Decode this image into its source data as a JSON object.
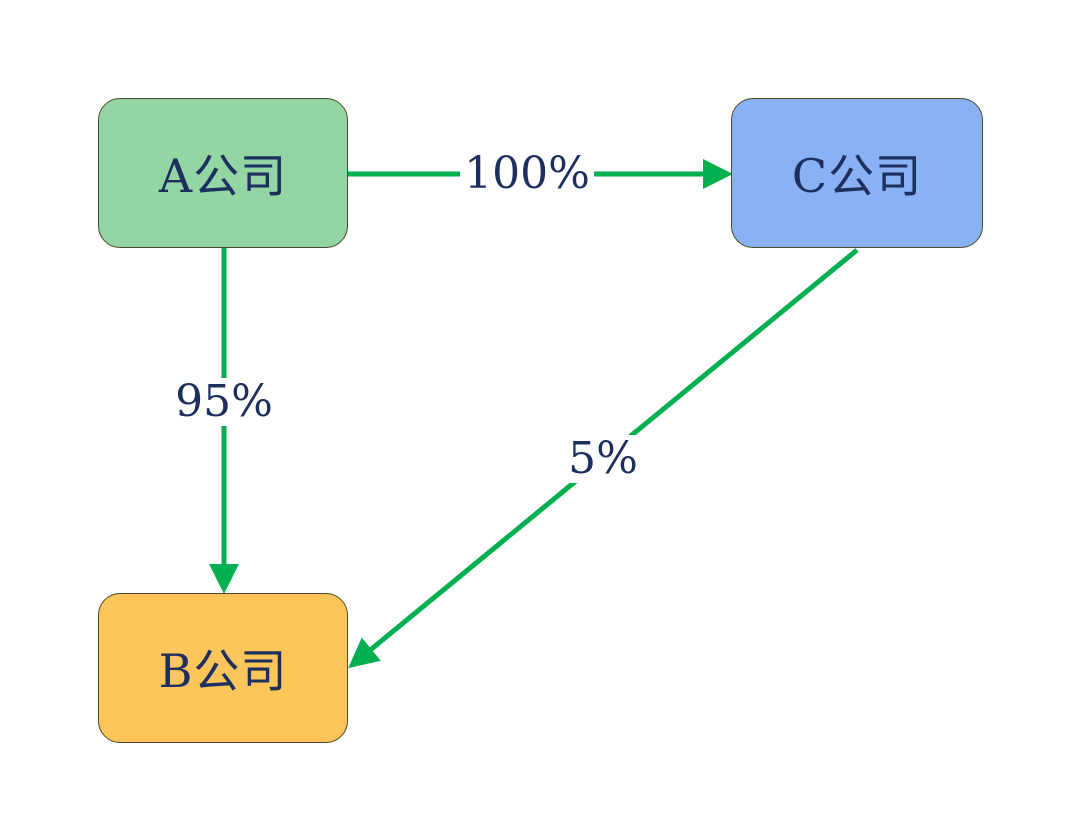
{
  "nodes": {
    "a": {
      "label": "A公司"
    },
    "b": {
      "label": "B公司"
    },
    "c": {
      "label": "C公司"
    }
  },
  "edges": {
    "a_to_c": {
      "label": "100%"
    },
    "a_to_b": {
      "label": "95%"
    },
    "c_to_b": {
      "label": "5%"
    }
  },
  "colors": {
    "node_a_fill": "#93d6a4",
    "node_b_fill": "#fec55b",
    "node_c_fill": "#8ab1f4",
    "edge": "#00b050",
    "text": "#1c2f5e"
  }
}
